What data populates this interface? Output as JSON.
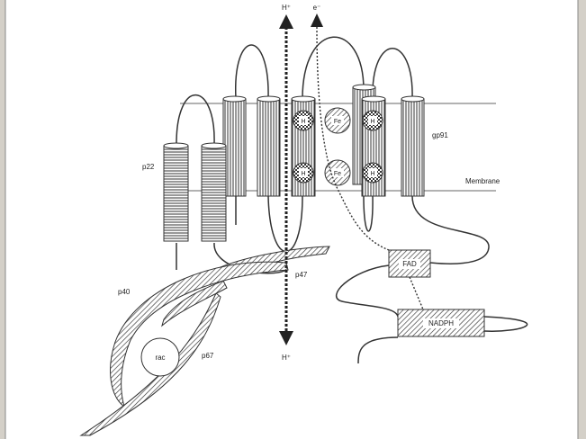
{
  "labels": {
    "h_top": "H⁺",
    "e_top": "e⁻",
    "h_bottom": "H⁺",
    "p22": "p22",
    "gp91": "gp91",
    "membrane": "Membrane",
    "p47": "p47",
    "p40": "p40",
    "p67": "p67",
    "rac": "rac",
    "fad": "FAD",
    "nadph": "NADPH",
    "heme_h1": "H",
    "heme_h2": "H",
    "heme_h3": "H",
    "heme_h4": "H",
    "fe_top": "Fe",
    "fe_bottom": "Fe"
  },
  "colors": {
    "frame_bg": "#d4d0c8",
    "canvas_bg": "#ffffff",
    "stroke": "#333333"
  }
}
